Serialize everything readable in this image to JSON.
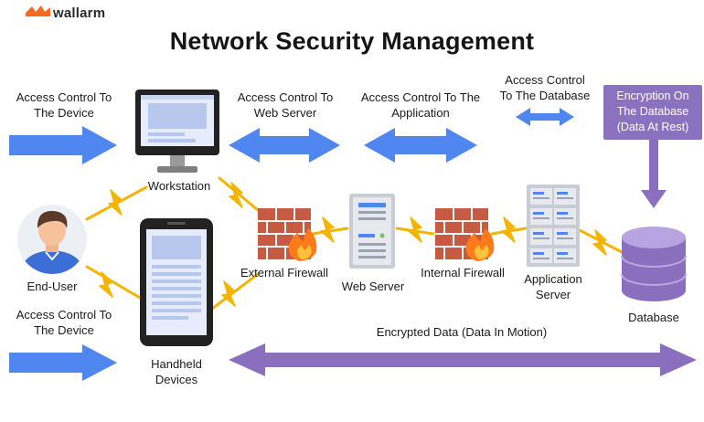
{
  "brand": {
    "name": "wallarm"
  },
  "title": "Network Security Management",
  "labels": {
    "access_device_top": [
      "Access Control To",
      "The Device"
    ],
    "access_web_server": [
      "Access Control To",
      "Web Server"
    ],
    "access_application": [
      "Access Control To The",
      "Application"
    ],
    "access_database": [
      "Access Control",
      "To The Database"
    ],
    "encryption_rest": [
      "Encryption On",
      "The Database",
      "(Data At Rest)"
    ],
    "workstation": "Workstation",
    "end_user": "End-User",
    "access_device_bottom": [
      "Access Control To",
      "The Device"
    ],
    "handheld": [
      "Handheld",
      "Devices"
    ],
    "external_firewall": "External Firewall",
    "web_server": "Web Server",
    "internal_firewall": "Internal Firewall",
    "application_server": [
      "Application",
      "Server"
    ],
    "database": "Database",
    "encrypted_motion": "Encrypted Data (Data In Motion)"
  },
  "colors": {
    "blue_arrow": "#4f86f0",
    "purple_arrow": "#8a6fbf",
    "lightning": "#f4b400",
    "brick": "#b0503c",
    "flame": "#ff7a1a",
    "brand_orange": "#f26b21",
    "db_purple": "#a48fd4"
  },
  "icons": [
    "wallarm-logo-icon",
    "monitor-icon",
    "phone-icon",
    "user-avatar-icon",
    "firewall-icon",
    "server-icon",
    "database-icon",
    "lightning-icon",
    "double-arrow-icon"
  ]
}
